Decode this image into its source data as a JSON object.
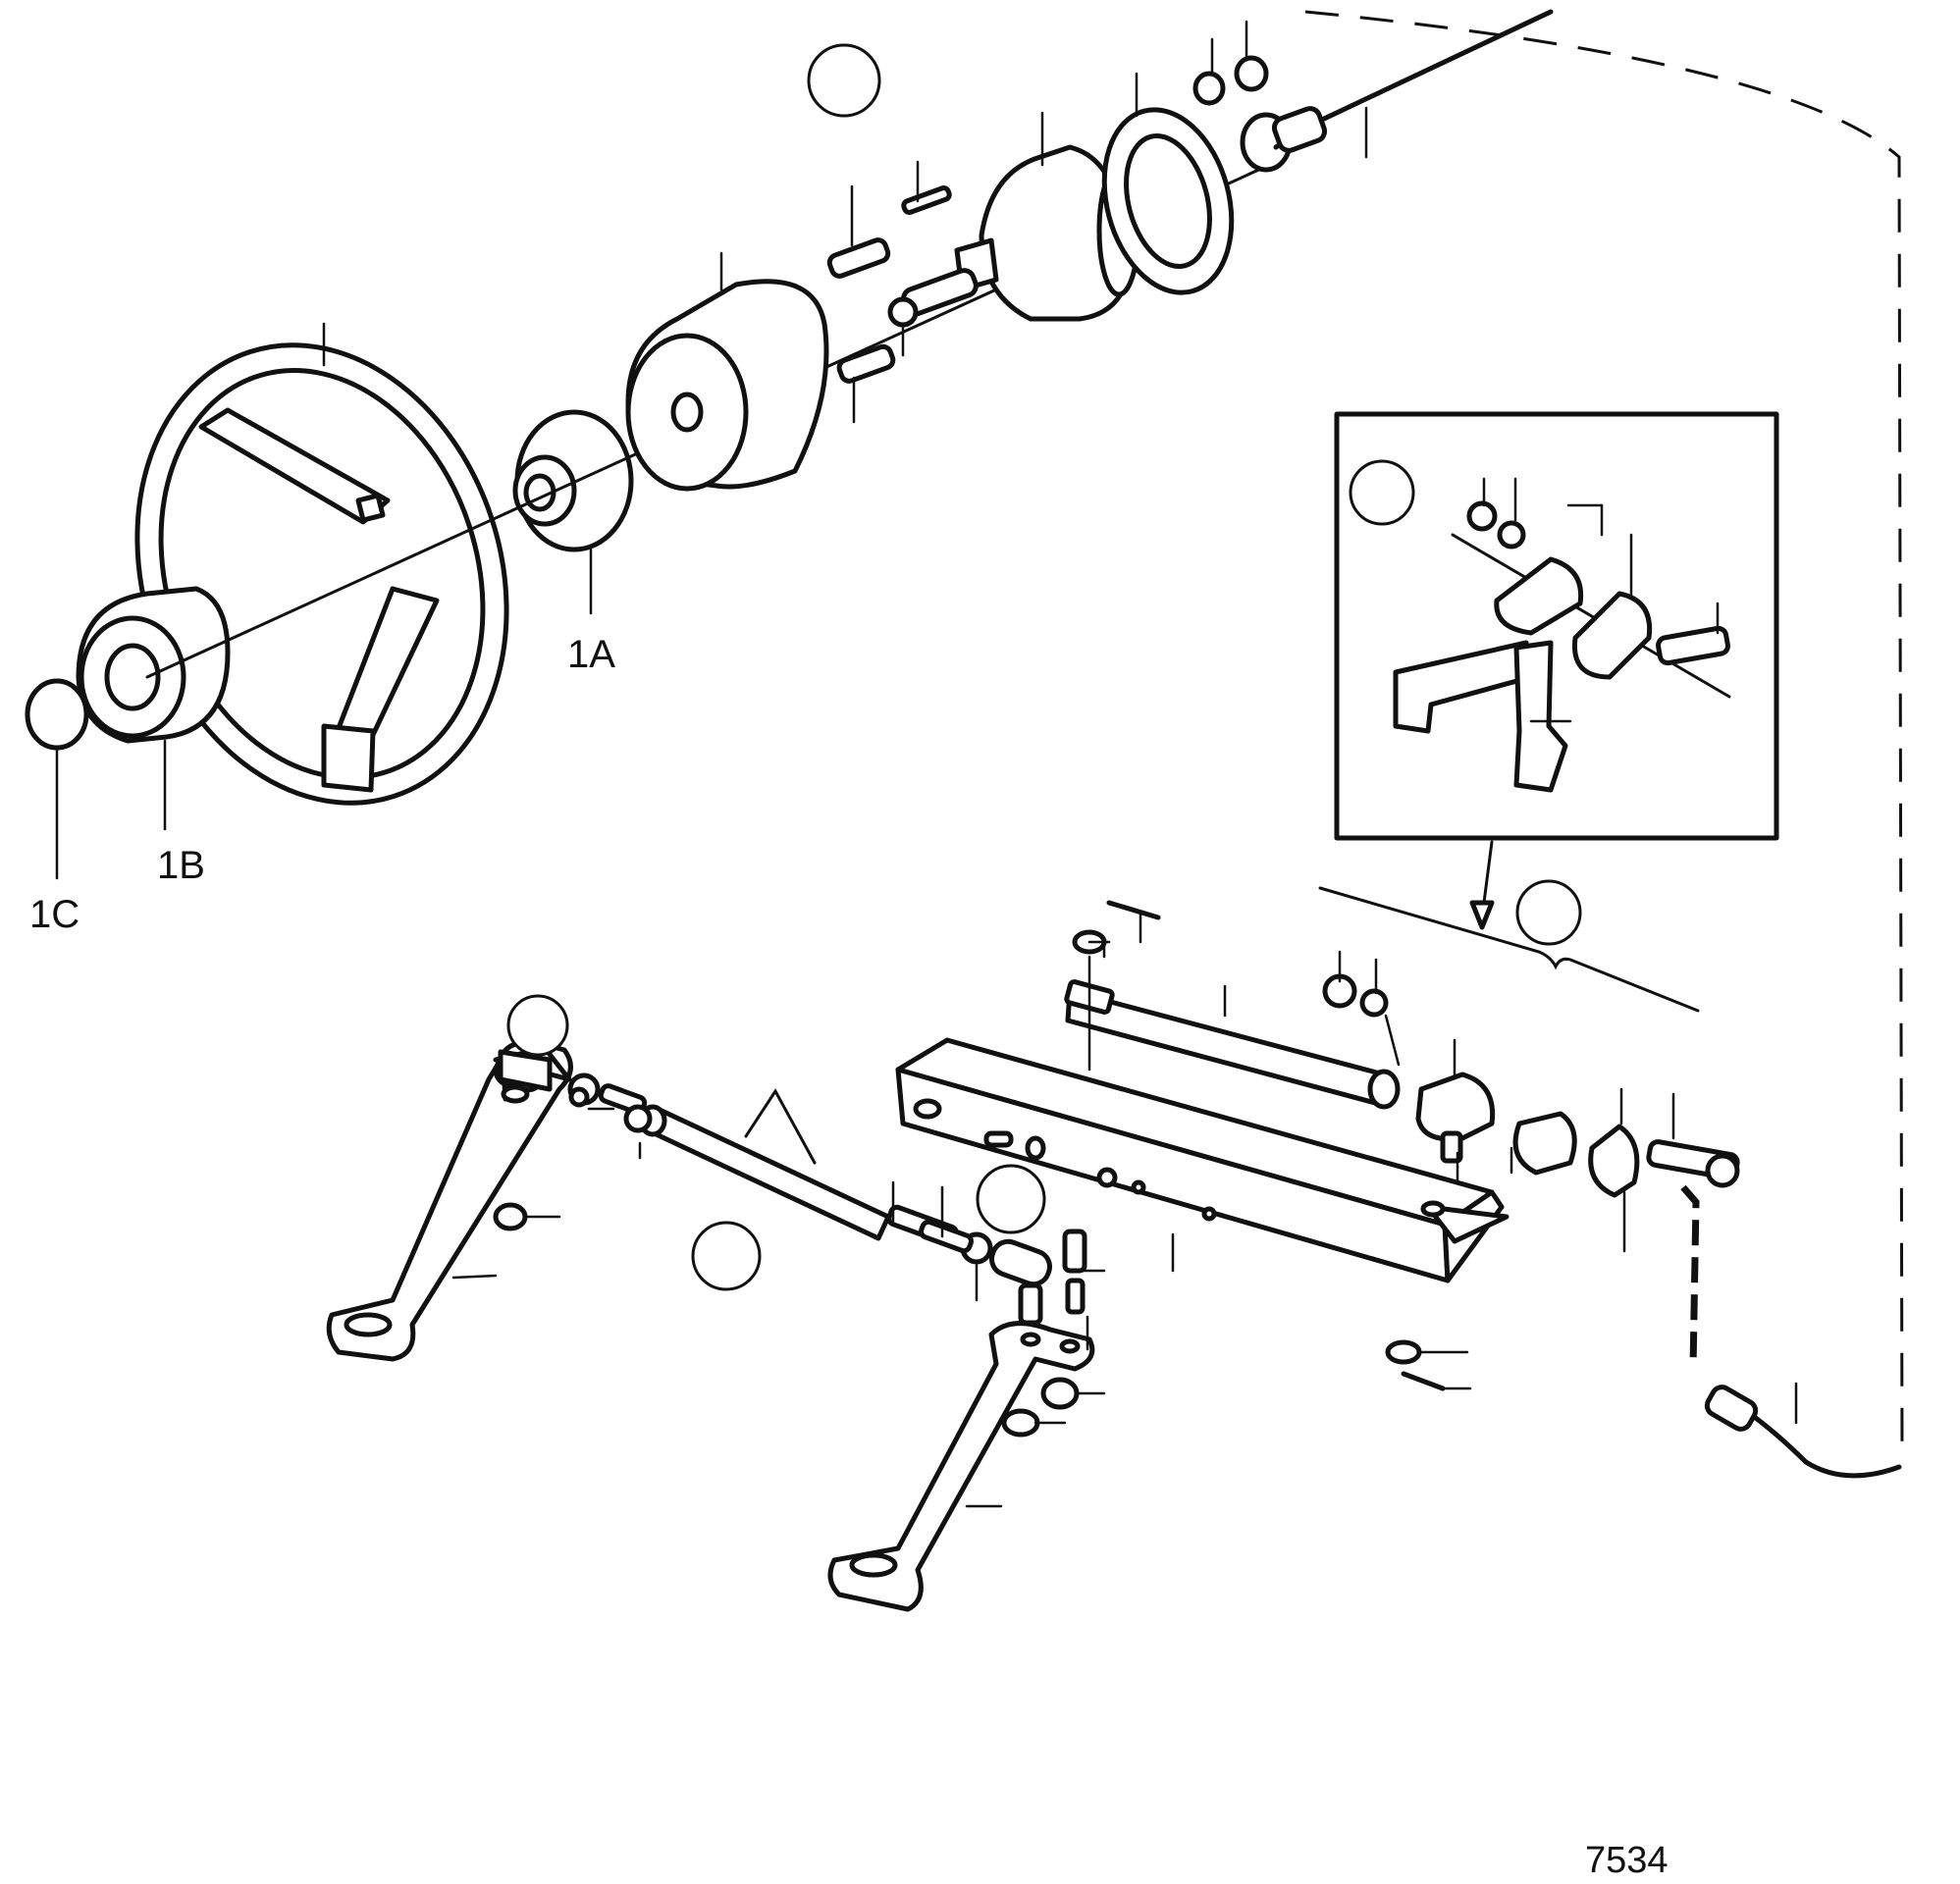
{
  "labels": {
    "part_1A": "1A",
    "part_1B": "1B",
    "part_1C": "1C"
  },
  "figure_number": "7534",
  "colors": {
    "line": "#111111",
    "background": "#ffffff"
  }
}
